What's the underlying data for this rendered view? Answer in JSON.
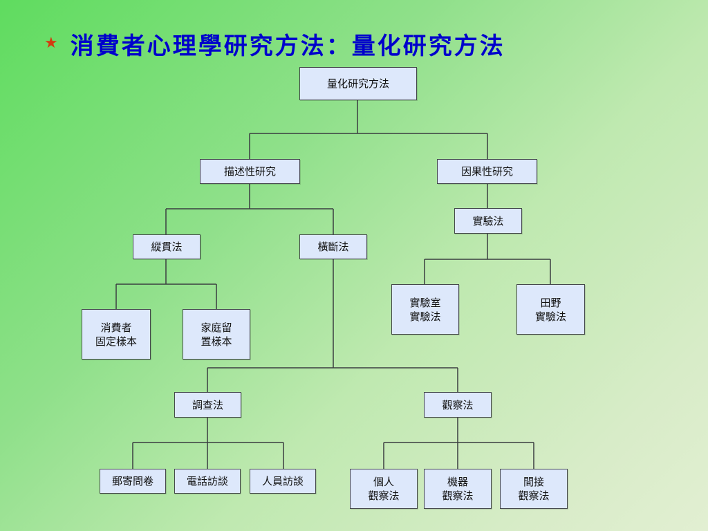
{
  "title": "消費者心理學研究方法：量化研究方法",
  "nodes": {
    "root": "量化研究方法",
    "descriptive": "描述性研究",
    "causal": "因果性研究",
    "longitudinal": "縱貫法",
    "cross_sectional": "橫斷法",
    "experimental": "實驗法",
    "consumer_panel": "消費者\n固定樣本",
    "household_panel": "家庭留\n置樣本",
    "lab_experiment": "實驗室\n實驗法",
    "field_experiment": "田野\n實驗法",
    "survey": "調查法",
    "observation": "觀察法",
    "mail_survey": "郵寄問卷",
    "phone_interview": "電話訪談",
    "personal_interview": "人員訪談",
    "personal_observation": "個人\n觀察法",
    "machine_observation": "機器\n觀察法",
    "indirect_observation": "間接\n觀察法"
  },
  "colors": {
    "box_fill": "#dde8fb",
    "title": "#0000cc",
    "star": "#d43a10"
  }
}
